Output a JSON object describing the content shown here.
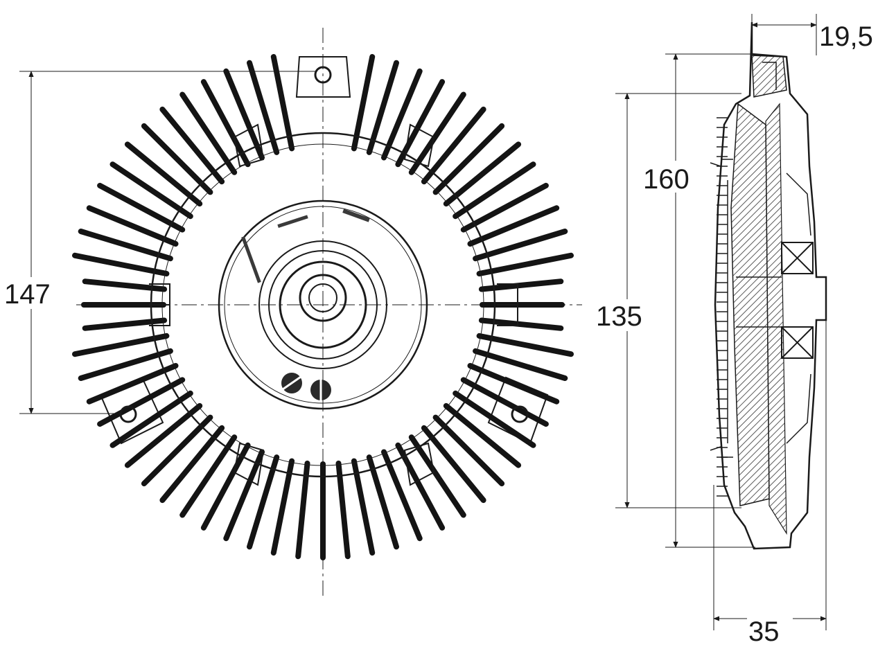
{
  "dimensions": {
    "front_height": "147",
    "clutch_diameter": "135",
    "overall_diameter": "160",
    "flange_thickness": "19,5",
    "overall_depth": "35"
  },
  "colors": {
    "line": "#1a1a1a",
    "fin": "#141414",
    "hatch": "#5a5a5a",
    "background": "#ffffff"
  }
}
